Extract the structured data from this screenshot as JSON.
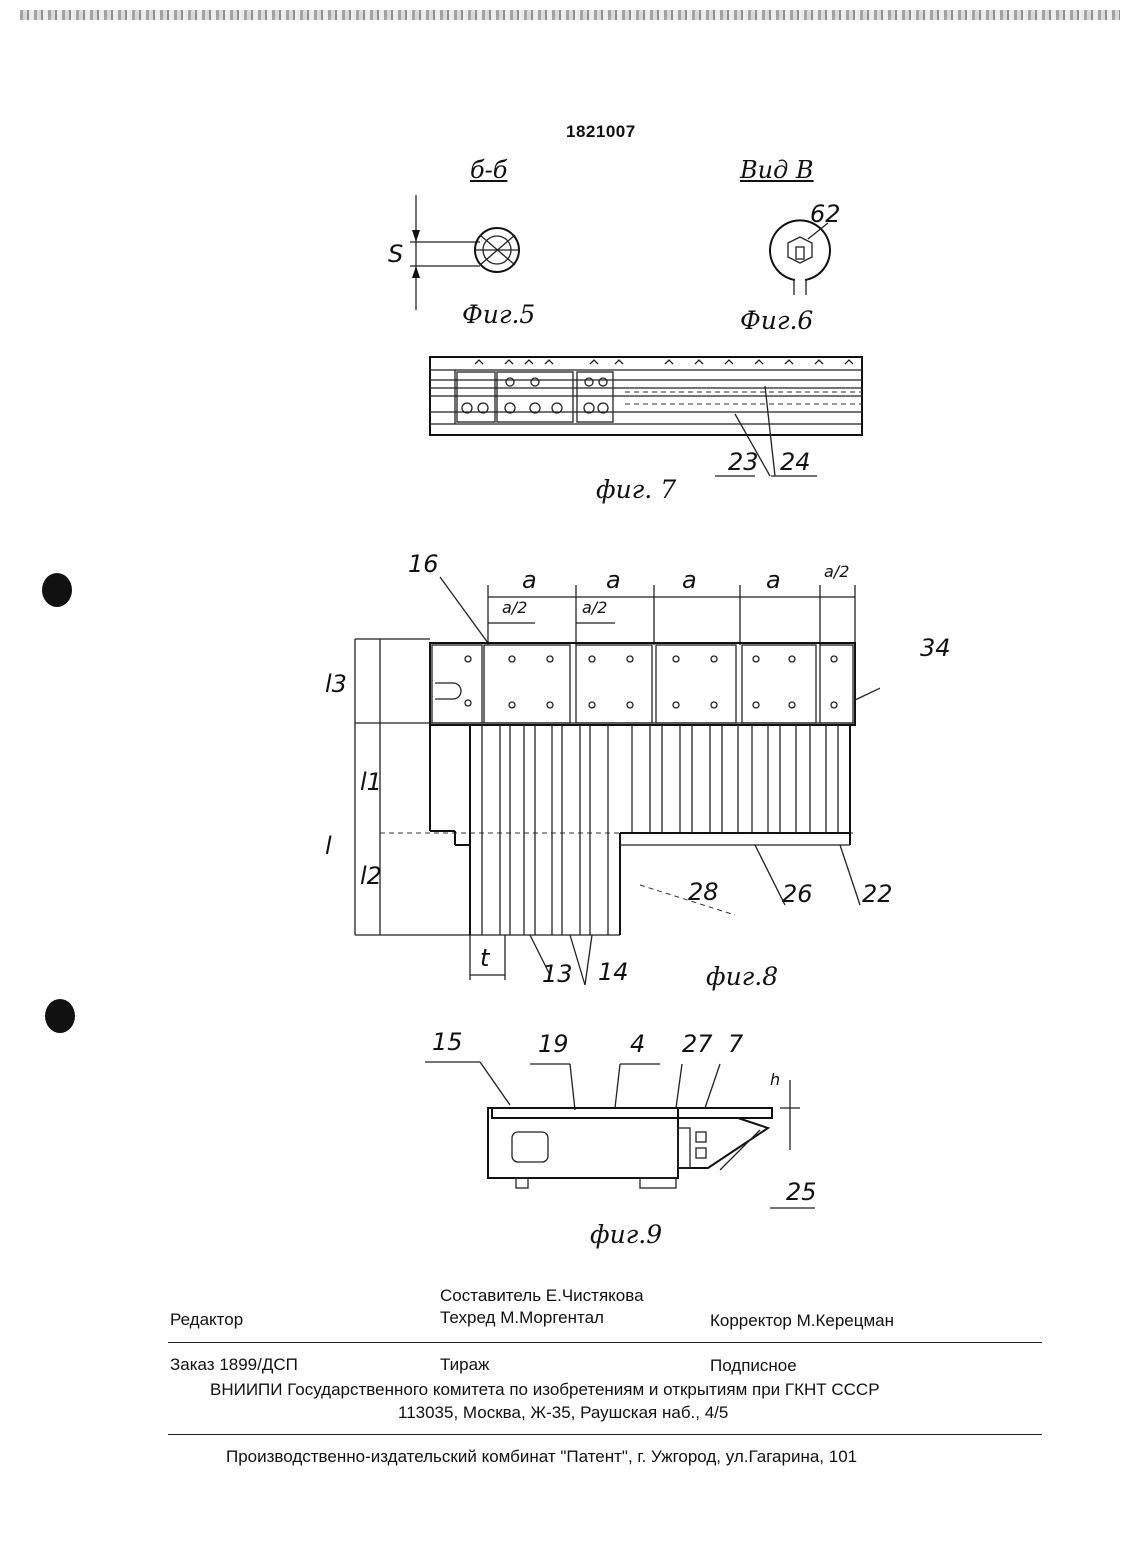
{
  "patent_number": "1821007",
  "fig5": {
    "section": "б-б",
    "caption": "Фиг.5",
    "dim_label": "S"
  },
  "fig6": {
    "section": "Вид В",
    "caption": "Фиг.6",
    "callout": "62"
  },
  "fig7": {
    "caption": "фиг. 7",
    "callouts": [
      "23",
      "24"
    ]
  },
  "fig8": {
    "caption": "фиг.8",
    "top_dims": [
      "a",
      "a",
      "a",
      "a"
    ],
    "half_dims": [
      "a/2",
      "a/2",
      "a/2"
    ],
    "left_dims": [
      "l3",
      "l1",
      "l",
      "l2"
    ],
    "bottom_dim": "t",
    "callouts": [
      "16",
      "34",
      "28",
      "26",
      "22",
      "13",
      "14"
    ]
  },
  "fig9": {
    "caption": "фиг.9",
    "callouts": [
      "15",
      "19",
      "4",
      "27",
      "7",
      "25"
    ],
    "dim_label": "h"
  },
  "footer": {
    "compiler": "Составитель Е.Чистякова",
    "editor": "Редактор",
    "tech_editor": "Техред М.Моргентал",
    "corrector": "Корректор  М.Керецман",
    "order": "Заказ  1899/ДСП",
    "circulation": "Тираж",
    "subscription": "Подписное",
    "org_line1": "ВНИИПИ Государственного комитета по изобретениям и открытиям при ГКНТ СССР",
    "org_line2": "113035, Москва, Ж-35, Раушская наб., 4/5",
    "printer": "Производственно-издательский комбинат \"Патент\", г. Ужгород, ул.Гагарина, 101"
  }
}
